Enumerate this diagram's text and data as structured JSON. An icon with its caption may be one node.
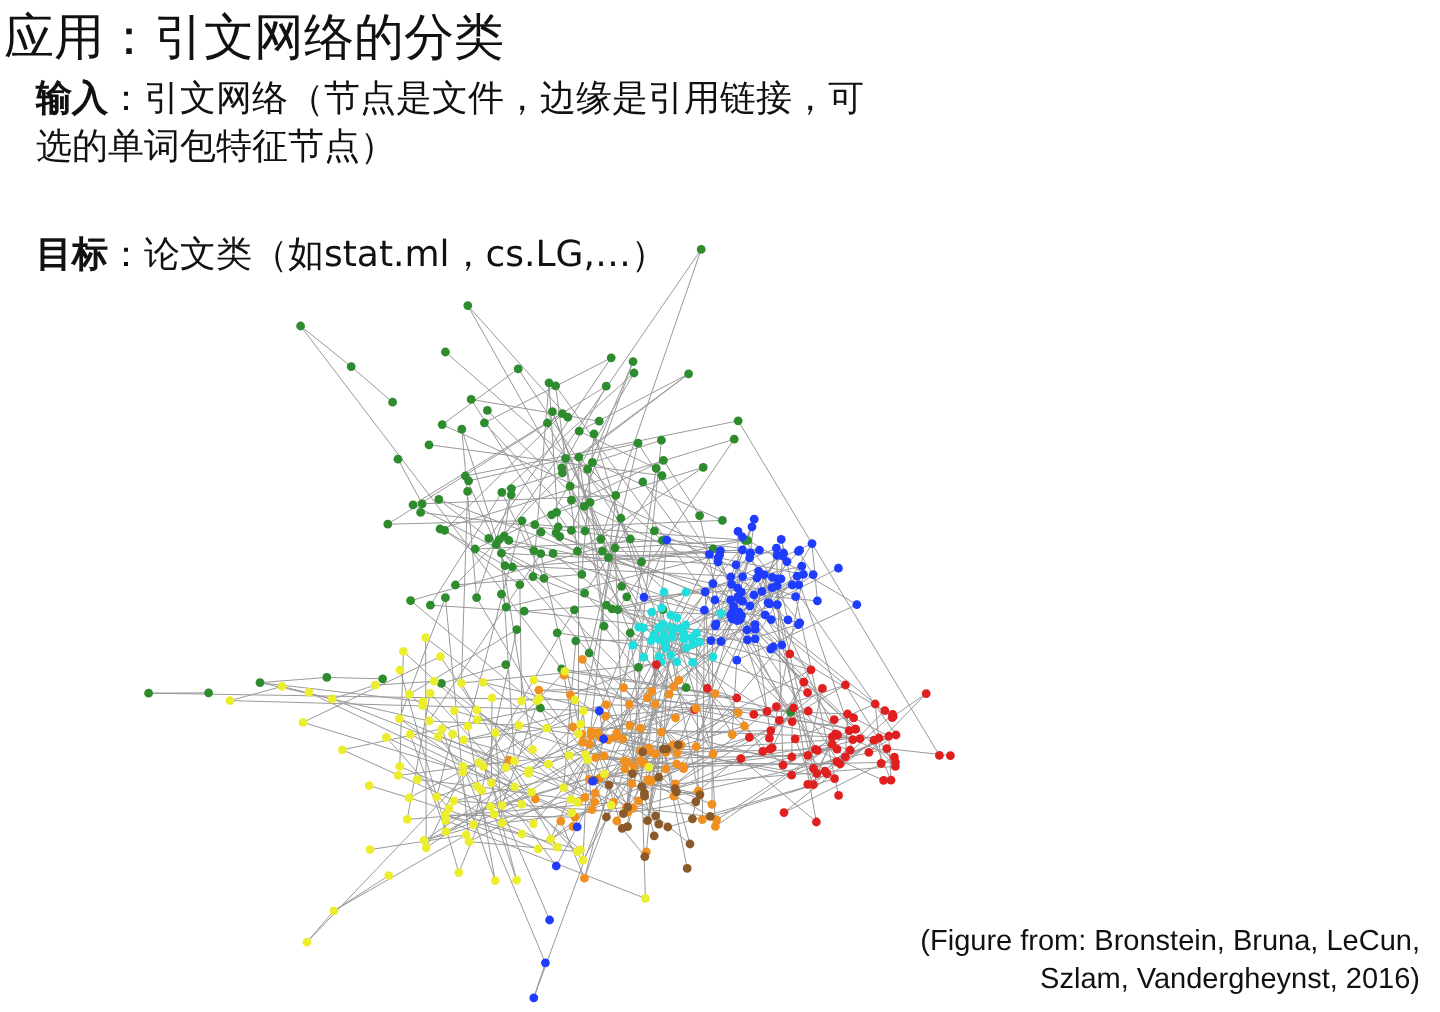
{
  "diagram": {
    "title": "应用：引文网络的分类",
    "labels": [
      "**输入**：引文网络（节点是文件，边缘是引用链接，可选的单词包特征节点）",
      "**目标**：论文类（如stat.ml，cs.LG,…）"
    ],
    "caption": "(Figure from: Bronstein, Bruna, LeCun, Szlam, Vandergheynst, 2016)"
  }
}
